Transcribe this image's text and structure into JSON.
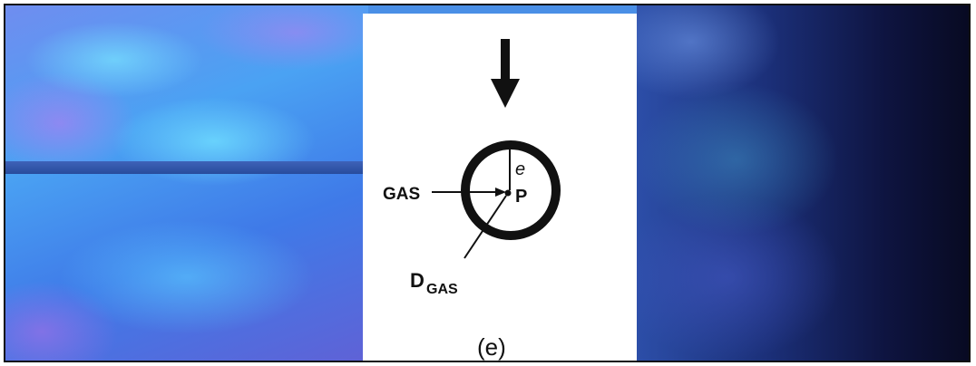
{
  "diagram": {
    "labels": {
      "gas": "GAS",
      "point": "P",
      "angle": "e",
      "diameter_main": "D",
      "diameter_sub": "GAS",
      "caption": "(e)"
    }
  }
}
